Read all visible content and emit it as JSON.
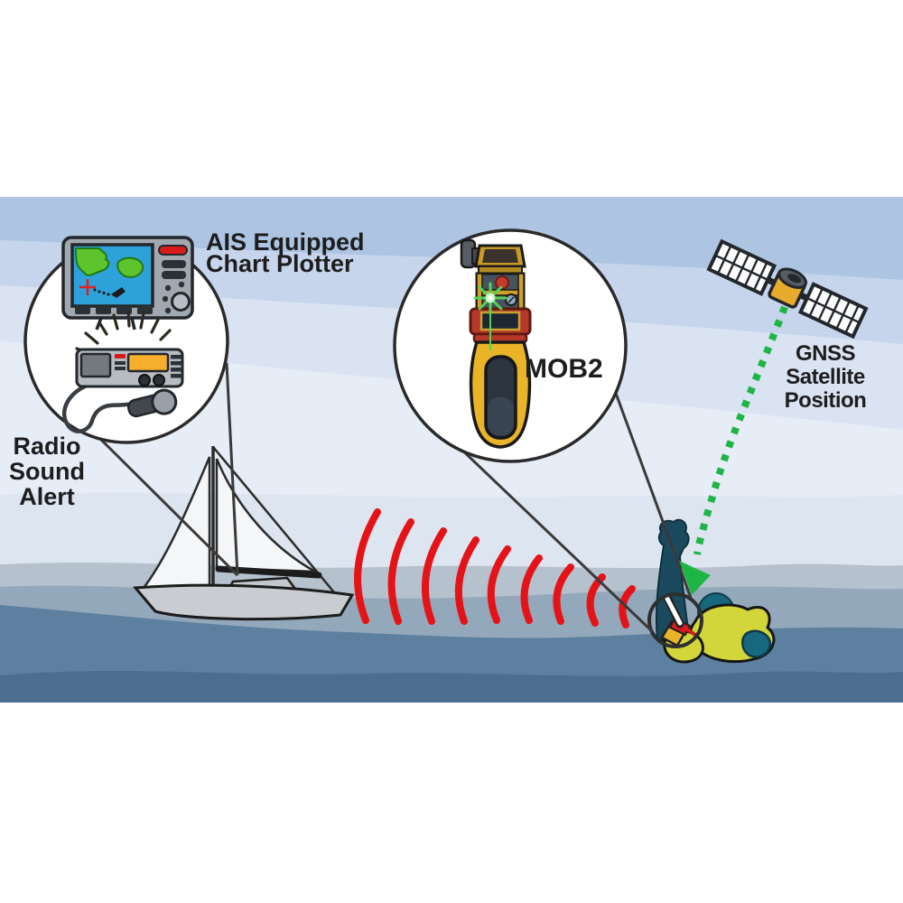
{
  "labels": {
    "chart_plotter": {
      "line1": "AIS Equipped",
      "line2": "Chart Plotter"
    },
    "radio_alert": {
      "line1": "Radio",
      "line2": "Sound",
      "line3": "Alert"
    },
    "device": {
      "name": "MOB2"
    },
    "gnss": {
      "line1": "GNSS",
      "line2": "Satellite",
      "line3": "Position"
    }
  },
  "colors": {
    "sky-top": "#adc5e2",
    "sky-band2": "#c6d5eb",
    "sky-band3": "#d9e3f2",
    "sky-band4": "#e7edf7",
    "sky-band5": "#dde5f0",
    "sea-1": "#b5c1cd",
    "sea-2": "#93a8ba",
    "sea-3": "#5e80a0",
    "sea-4": "#4b6e90",
    "wave-red": "#e41317",
    "gnss-green": "#1fb545",
    "beacon-yellow": "#e9b427",
    "vest-yellow": "#d3d63a",
    "person-teal": "#15687e",
    "person-teal-dark": "#1b4a5e",
    "callout-fill": "#ffffff",
    "outline": "#2a2a2a",
    "screen-blue": "#2da2da",
    "land-green": "#5ec42e",
    "display-orange": "#f6ae2d",
    "alert-red": "#d81a1a"
  }
}
